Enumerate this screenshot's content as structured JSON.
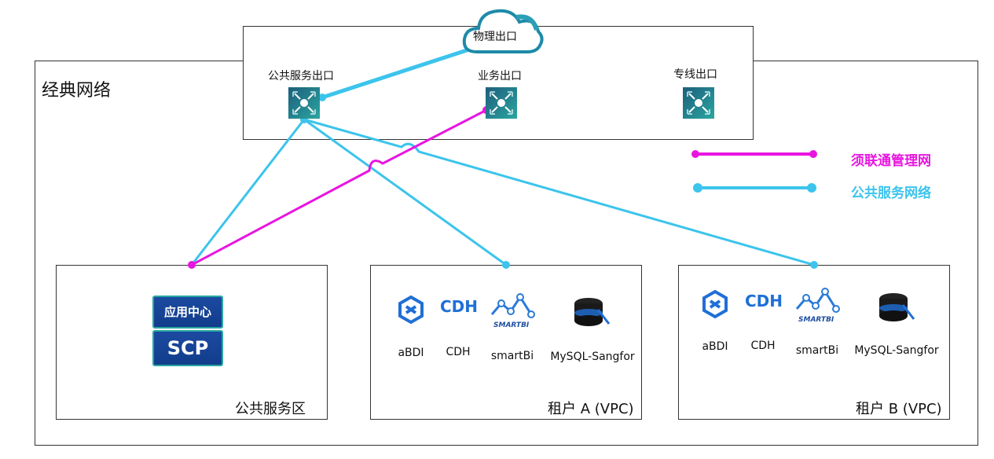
{
  "cloud": {
    "label": "物理出口"
  },
  "outer": {
    "title": "经典网络"
  },
  "exits": {
    "public": "公共服务出口",
    "business": "业务出口",
    "dedicated": "专线出口"
  },
  "legend": {
    "mgmt": {
      "label": "须联通管理网",
      "color": "#e815e0"
    },
    "public": {
      "label": "公共服务网络",
      "color": "#3cc4ec"
    }
  },
  "zones": {
    "public": {
      "label": "公共服务区",
      "app_center": "应用中心",
      "scp": "SCP"
    },
    "tenant_a": {
      "label": "租户 A (VPC)",
      "apps": [
        "aBDI",
        "CDH",
        "smartBi",
        "MySQL-Sangfor"
      ]
    },
    "tenant_b": {
      "label": "租户 B (VPC)",
      "apps": [
        "aBDI",
        "CDH",
        "smartBi",
        "MySQL-Sangfor"
      ]
    }
  },
  "icons": {
    "cdh_text": "CDH",
    "smartbi_text": "SMARTBI"
  }
}
